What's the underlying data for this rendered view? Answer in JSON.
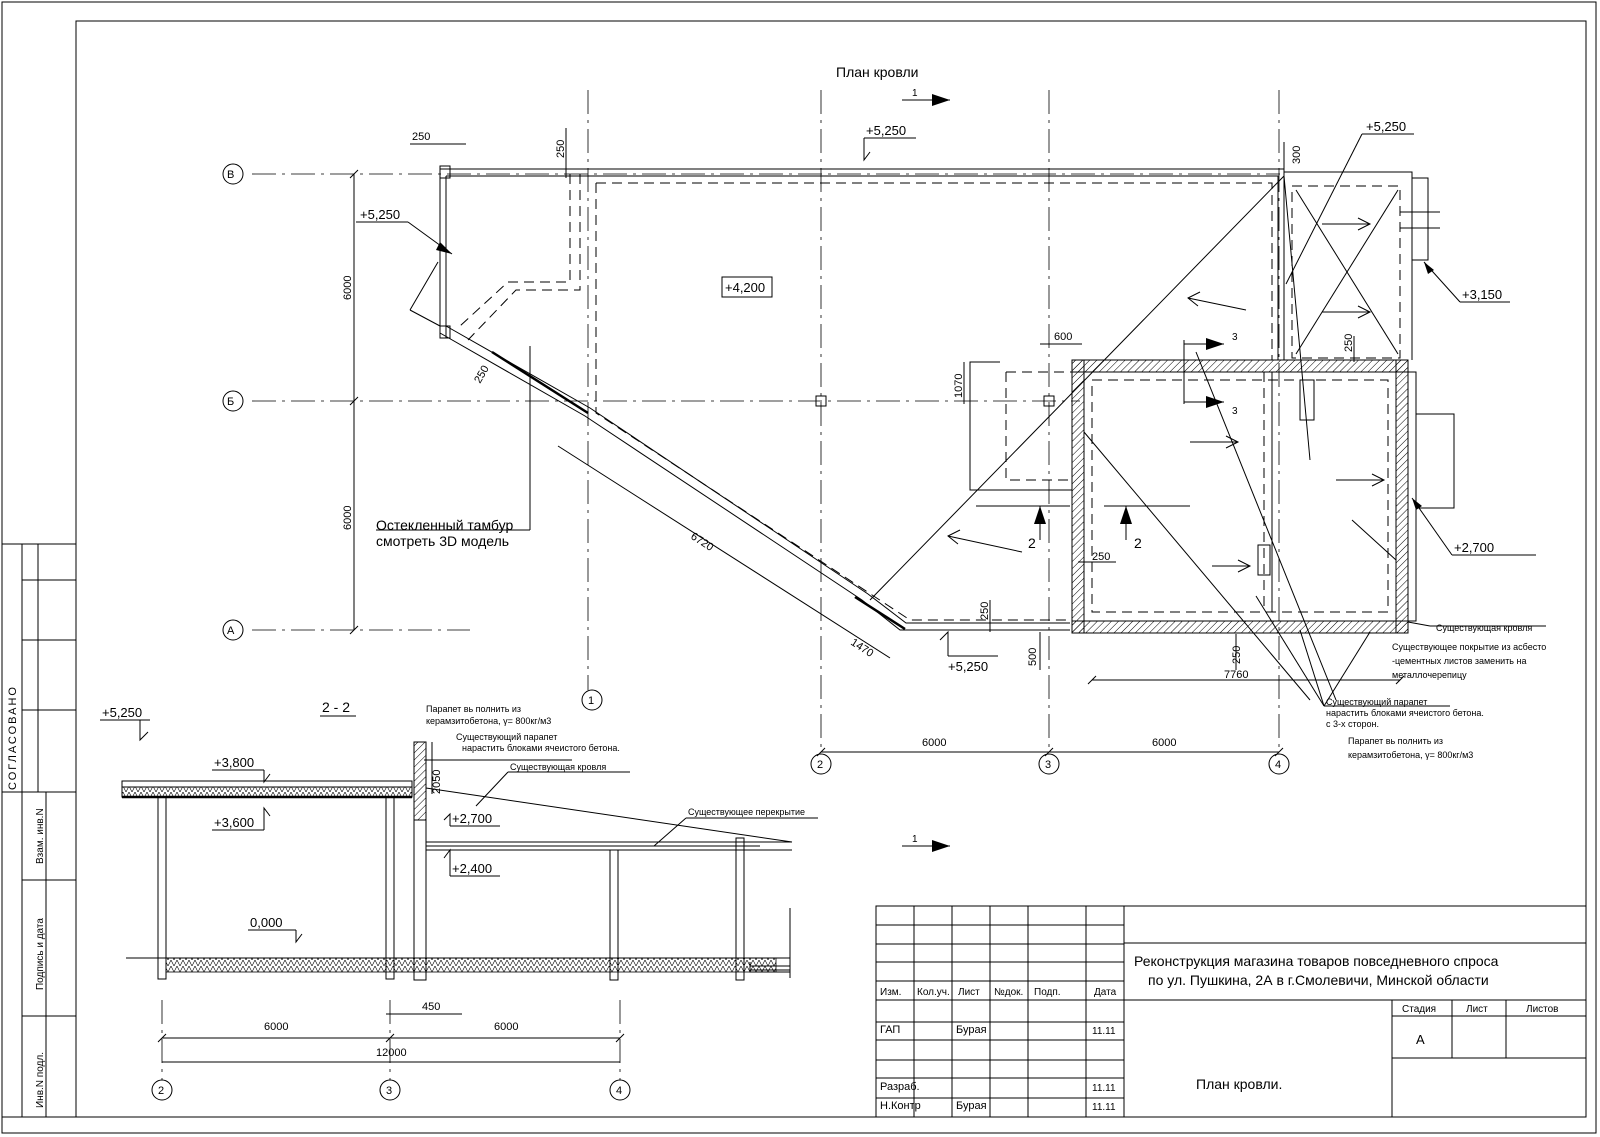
{
  "plan": {
    "title": "План кровли",
    "axes": {
      "v": [
        "1",
        "2",
        "3",
        "4"
      ],
      "h": [
        "В",
        "Б",
        "А"
      ]
    },
    "section_marks": {
      "s1": "1",
      "s2": "2",
      "s3": "3"
    },
    "elevations": {
      "top": "+5,250",
      "left": "+5,250",
      "right_top": "+5,250",
      "main_roof": "+4,200",
      "right": "+3,150",
      "existing": "+2,700",
      "bottom": "+5,250"
    },
    "dims": {
      "d250_top": "250",
      "d250_v": "250",
      "d300": "300",
      "d6000_upper": "6000",
      "d6000_lower": "6000",
      "d250_diag": "250",
      "d600": "600",
      "d1070": "1070",
      "d250_r": "250",
      "d250_inner": "250",
      "d6720": "6720",
      "d1470": "1470",
      "d250_bot": "250",
      "d500": "500",
      "d250_ext": "250",
      "d7760": "7760",
      "d6000_a": "6000",
      "d6000_b": "6000"
    },
    "notes": {
      "vestibule_1": "Остекленный тамбур",
      "vestibule_2": "смотреть 3D модель",
      "existing_roof": "Существующая кровля",
      "cover_1": "Существующее покрытие из асбесто",
      "cover_2": "-цементных листов заменить на",
      "cover_3": "металлочерепицу",
      "parapet_1": "Существующий парапет",
      "parapet_2": "нарастить блоками ячеистого бетона.",
      "parapet_3": "с 3-х сторон.",
      "new_parapet_1": "Парапет вь полнить из",
      "new_parapet_2": "керамзитобетона, γ= 800кг/м3"
    }
  },
  "section": {
    "title": "2 - 2",
    "elevations": {
      "top": "+5,250",
      "roof": "+3,800",
      "slab": "+3,600",
      "existing_roof": "+2,700",
      "existing_slab": "+2,400",
      "ground": "0,000"
    },
    "dims": {
      "d2050": "2050",
      "d450": "450",
      "d6000_a": "6000",
      "d6000_b": "6000",
      "d12000": "12000"
    },
    "axes": [
      "2",
      "3",
      "4"
    ],
    "notes": {
      "parapet_new_1": "Парапет вь полнить из",
      "parapet_new_2": "керамзитобетона, γ= 800кг/м3",
      "parapet_ex_1": "Существующий парапет",
      "parapet_ex_2": "нарастить блоками ячеистого бетона.",
      "roof_ex": "Существующая кровля",
      "slab_ex": "Существующее перекрытие"
    }
  },
  "sidebar": {
    "agreed": "СОГЛАСОВАНО",
    "inv_replace": "Взам. инв.N",
    "sign_date": "Подпись и дата",
    "inv_orig": "Инв.N подл."
  },
  "title_block": {
    "project_1": "Реконструкция магазина товаров повседневного спроса",
    "project_2": "по ул. Пушкина, 2А в  г.Смолевичи, Минской области",
    "sheet_title": "План кровли.",
    "headers": [
      "Изм.",
      "Кол.уч.",
      "Лист",
      "№док.",
      "Подп.",
      "Дата"
    ],
    "rows": [
      {
        "role": "ГАП",
        "name": "Бурая",
        "date": "11.11"
      },
      {
        "role": "Разраб.",
        "name": "",
        "date": "11.11"
      },
      {
        "role": "Н.Контр",
        "name": "Бурая",
        "date": "11.11"
      }
    ],
    "stage_header": "Стадия",
    "sheet_header": "Лист",
    "sheets_header": "Листов",
    "stage": "А"
  }
}
